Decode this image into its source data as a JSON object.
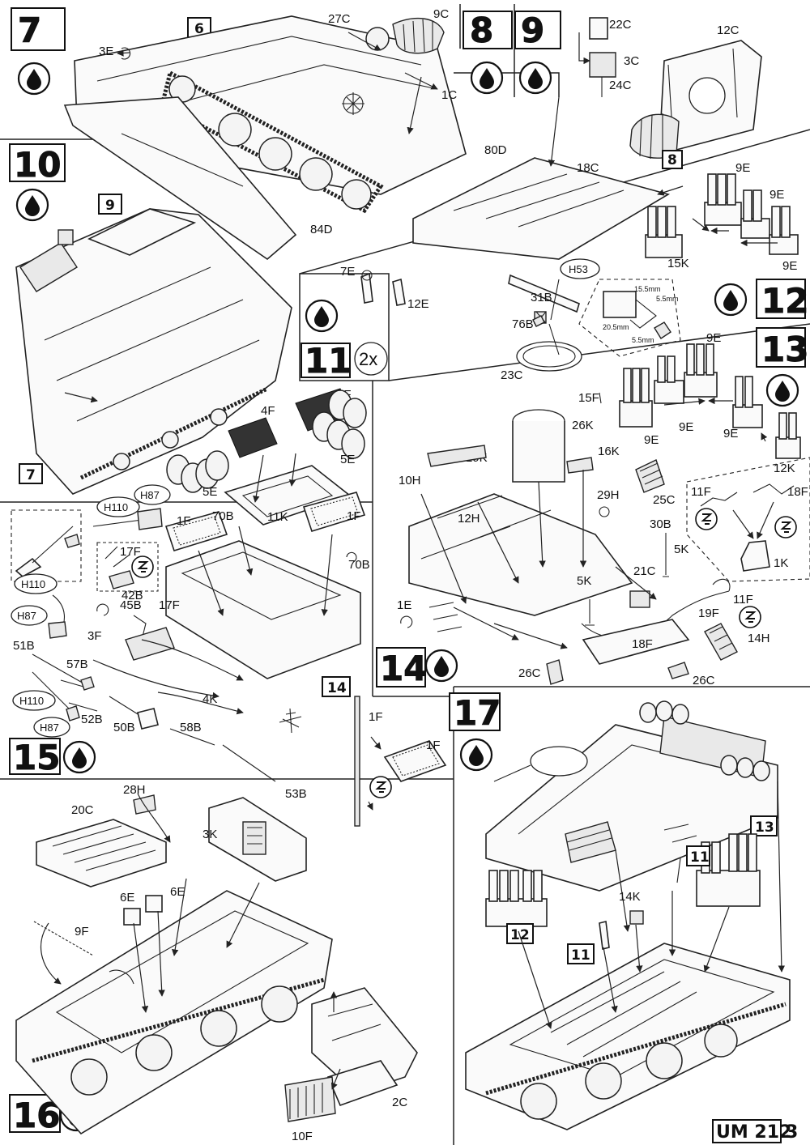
{
  "steps": {
    "s7": "7",
    "s8": "8",
    "s9": "9",
    "s10": "10",
    "s11": "11",
    "s12": "12",
    "s13": "13",
    "s14": "14",
    "s15": "15",
    "s16": "16",
    "s17": "17"
  },
  "refs": {
    "r6": "6",
    "r8": "8",
    "r9": "9",
    "r7": "7",
    "r14": "14",
    "r13": "13",
    "r11a": "11",
    "r11b": "11",
    "r12": "12"
  },
  "multiplier": "2x",
  "paint_refs": {
    "h53": "H53",
    "h110a": "H110",
    "h87a": "H87",
    "h110b": "H110",
    "h87b": "H87",
    "h110c": "H110",
    "h87c": "H87"
  },
  "dimensions": {
    "d1": "15.5mm",
    "d2": "5.5mm",
    "d3": "20.5mm",
    "d4": "5.5mm"
  },
  "parts": {
    "p3E": "3E",
    "p27C": "27C",
    "p9C": "9C",
    "p1C": "1C",
    "p80D": "80D",
    "p84D": "84D",
    "p22C": "22C",
    "p24C": "24C",
    "p12C": "12C",
    "p3C": "3C",
    "p18C": "18C",
    "p9E_1": "9E",
    "p9E_2": "9E",
    "p9E_3": "9E",
    "p15K": "15K",
    "p7E": "7E",
    "p12E": "12E",
    "p31B": "31B",
    "p76B": "76B",
    "p23C": "23C",
    "p15F": "15F",
    "p26K": "26K",
    "p16K": "16K",
    "p19K": "19K",
    "p10H": "10H",
    "p12H": "12H",
    "p9E_4": "9E",
    "p9E_5": "9E",
    "p9E_6": "9E",
    "p9E_7": "9E",
    "p12K": "12K",
    "p4F_1": "4F",
    "p4F_2": "4F",
    "p5E_1": "5E",
    "p5E_2": "5E",
    "p11K": "11K",
    "p1F_1": "1F",
    "p1F_2": "1F",
    "p70B_1": "70B",
    "p70B_2": "70B",
    "p17F": "17F",
    "p42B": "42B",
    "p45B": "45B",
    "p17F_2": "17F",
    "p3F": "3F",
    "p51B": "51B",
    "p57B": "57B",
    "p52B": "52B",
    "p50B": "50B",
    "p58B": "58B",
    "p4K": "4K",
    "p53B": "53B",
    "p1F_3": "1F",
    "p1F_4": "1F",
    "p29H": "29H",
    "p25C": "25C",
    "p30B": "30B",
    "p5K_1": "5K",
    "p21C": "21C",
    "p11F_1": "11F",
    "p18F_1": "18F",
    "p1K": "1K",
    "p11F_2": "11F",
    "p19F": "19F",
    "p14H": "14H",
    "p1E": "1E",
    "p5K_2": "5K",
    "p18F_2": "18F",
    "p26C_1": "26C",
    "p26C_2": "26C",
    "p28H": "28H",
    "p20C": "20C",
    "p3K": "3K",
    "p6E_1": "6E",
    "p6E_2": "6E",
    "p9F": "9F",
    "p2C": "2C",
    "p10F": "10F",
    "p14K": "14K"
  },
  "footer": {
    "code": "UM 212",
    "page": "3"
  }
}
